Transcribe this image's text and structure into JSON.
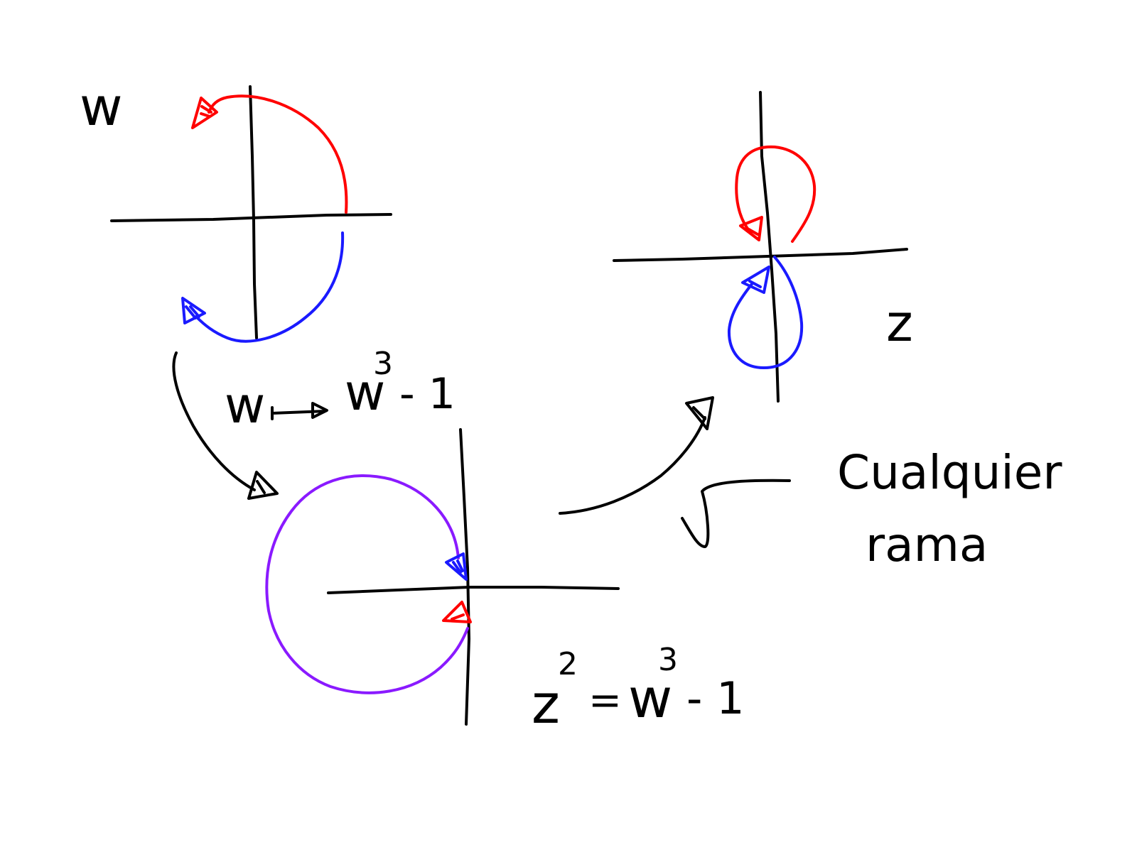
{
  "colors": {
    "ink": "#000000",
    "red": "#ff0000",
    "blue": "#1a1aff",
    "purple": "#8a1aff",
    "background": "#ffffff"
  },
  "w_plane": {
    "label": "w"
  },
  "z_plane": {
    "label": "z"
  },
  "map_label": {
    "left": "w",
    "right_base": "w",
    "right_exp": "3",
    "right_tail": "- 1"
  },
  "equation": {
    "z": "z",
    "z_exp": "2",
    "eq": "=",
    "w": "w",
    "w_exp": "3",
    "tail": "- 1"
  },
  "root_note": {
    "symbol": "√",
    "line1": "Cualquier",
    "line2": "rama"
  },
  "icons": {
    "map_arrow": "arrow-right-icon",
    "curved_arrow": "curved-arrow-icon",
    "root": "square-root-icon"
  }
}
